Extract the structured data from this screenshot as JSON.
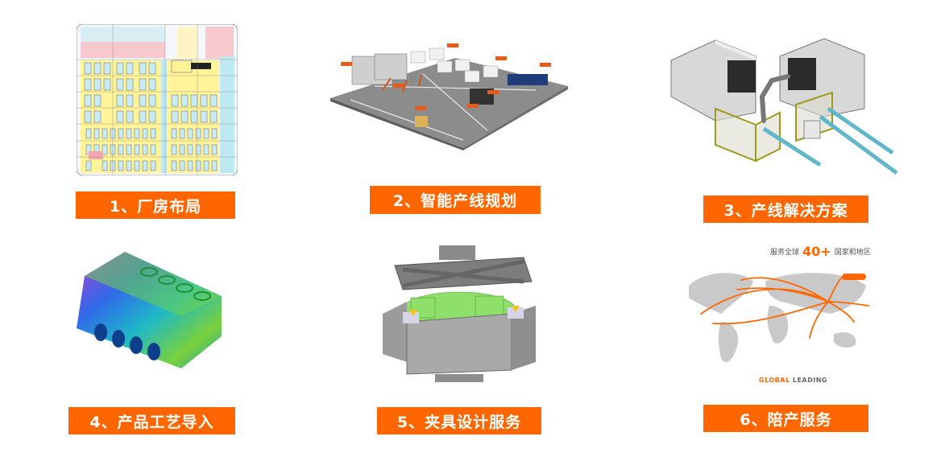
{
  "tiles": [
    {
      "label": "1、厂房布局",
      "image": "factory-floor-plan"
    },
    {
      "label": "2、智能产线规划",
      "image": "smart-production-line-3d"
    },
    {
      "label": "3、产线解决方案",
      "image": "machining-cell-robot"
    },
    {
      "label": "4、产品工艺导入",
      "image": "engine-block-color-map"
    },
    {
      "label": "5、夹具设计服务",
      "image": "fixture-cad-model"
    },
    {
      "label": "6、陪产服务",
      "image": "global-service-map"
    }
  ],
  "map": {
    "prefix": "服务全球",
    "number": "40+",
    "suffix": "国家和地区",
    "footer_a": "GLOBAL",
    "footer_b": " LEADING"
  },
  "colors": {
    "accent": "#ff6600",
    "text_on_accent": "#ffffff"
  }
}
